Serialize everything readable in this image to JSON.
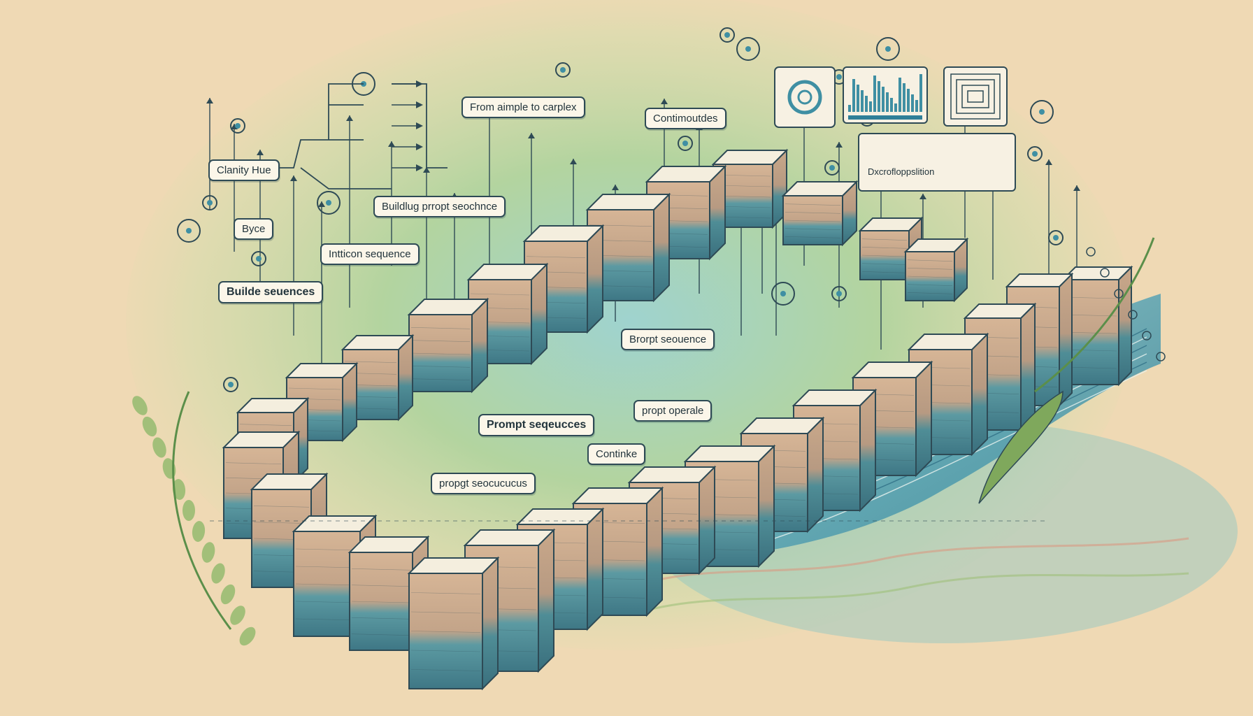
{
  "labels": {
    "from_simple": "From aimple to carplex",
    "continuantes": "Contimoutdes",
    "clarity": "Clanity Hue",
    "byce": "Byce",
    "building": "Buildlug prropt seochnce",
    "intticon": "Intticon sequence",
    "builde": "Builde seuences",
    "brorpt": "Brorpt seouence",
    "propt_operale": "propt operale",
    "prompt_seq": "Prompt seqeucces",
    "continue": "Continke",
    "propt_secu": "propgt seocucucus",
    "panel": "Dxcrofloppslition"
  },
  "colors": {
    "background": "#efd9b4",
    "ink": "#2e4a55",
    "teal": "#3f8fa3",
    "green": "#8fb86a",
    "block_top": "#f4eede"
  }
}
